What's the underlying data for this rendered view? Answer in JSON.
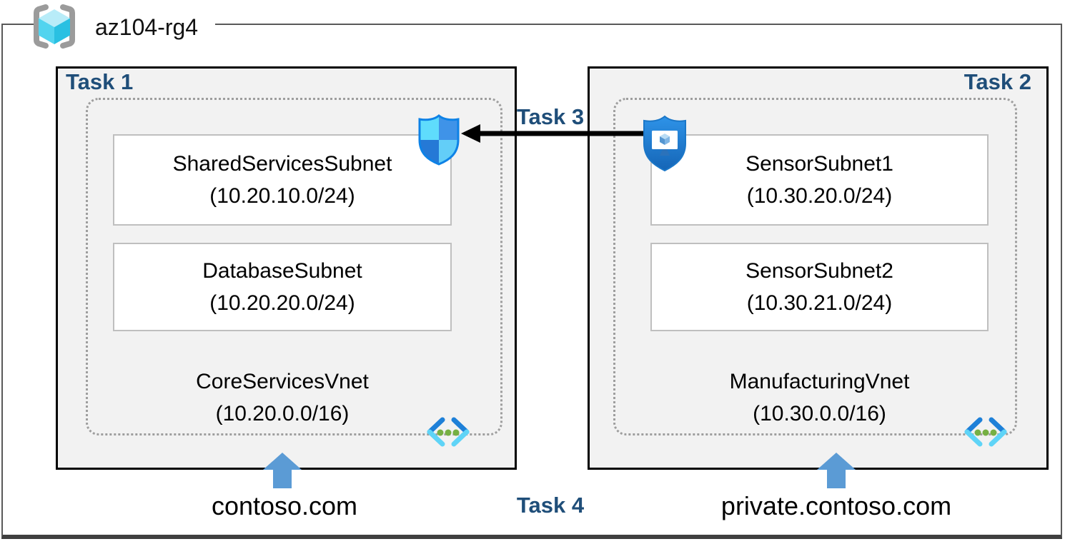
{
  "header": {
    "resource_group": "az104-rg4"
  },
  "left_box": {
    "task_label": "Task 1",
    "vnet": {
      "name": "CoreServicesVnet",
      "cidr": "(10.20.0.0/16)"
    },
    "subnets": [
      {
        "name": "SharedServicesSubnet",
        "cidr": "(10.20.10.0/24)"
      },
      {
        "name": "DatabaseSubnet",
        "cidr": "(10.20.20.0/24)"
      }
    ],
    "dns_zone": "contoso.com"
  },
  "right_box": {
    "task_label": "Task 2",
    "vnet": {
      "name": "ManufacturingVnet",
      "cidr": "(10.30.0.0/16)"
    },
    "subnets": [
      {
        "name": "SensorSubnet1",
        "cidr": "(10.30.20.0/24)"
      },
      {
        "name": "SensorSubnet2",
        "cidr": "(10.30.21.0/24)"
      }
    ],
    "dns_zone": "private.contoso.com"
  },
  "connections": {
    "task3_label": "Task 3",
    "task4_label": "Task 4"
  },
  "icons": {
    "resource_group": "resource-group-icon",
    "nsg_shield": "network-security-group-shield-icon",
    "shielded_vm": "bastion-shielded-vm-icon",
    "virtual_network": "virtual-network-icon",
    "up_arrow": "up-arrow-icon",
    "peering_arrow": "left-arrow-icon"
  },
  "colors": {
    "task_label": "#1F4E79",
    "box_fill": "#F2F2F2",
    "box_border": "#000000",
    "subnet_border": "#BFBFBF",
    "dashed_border": "#9E9E9E",
    "frame_border": "#595959",
    "blue_arrow": "#5B9BD5",
    "black_arrow": "#000000",
    "shield_light": "#5FDCFC",
    "shield_blue": "#2E8DE0",
    "vnet_green_dot": "#76B043"
  }
}
